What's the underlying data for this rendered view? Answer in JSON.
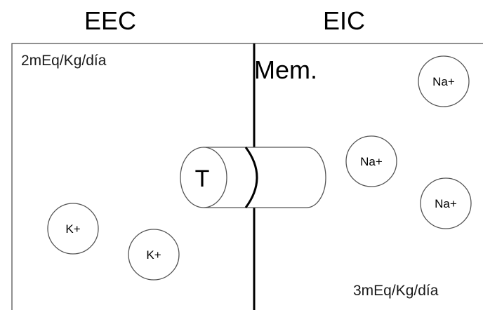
{
  "headers": {
    "left": "EEC",
    "right": "EIC"
  },
  "labels": {
    "top_left_rate": "2mEq/Kg/día",
    "bottom_right_rate": "3mEq/Kg/día",
    "membrane": "Mem."
  },
  "transporter": {
    "label": "T"
  },
  "ions": {
    "k": [
      "K+",
      "K+"
    ],
    "na": [
      "Na+",
      "Na+",
      "Na+"
    ]
  }
}
